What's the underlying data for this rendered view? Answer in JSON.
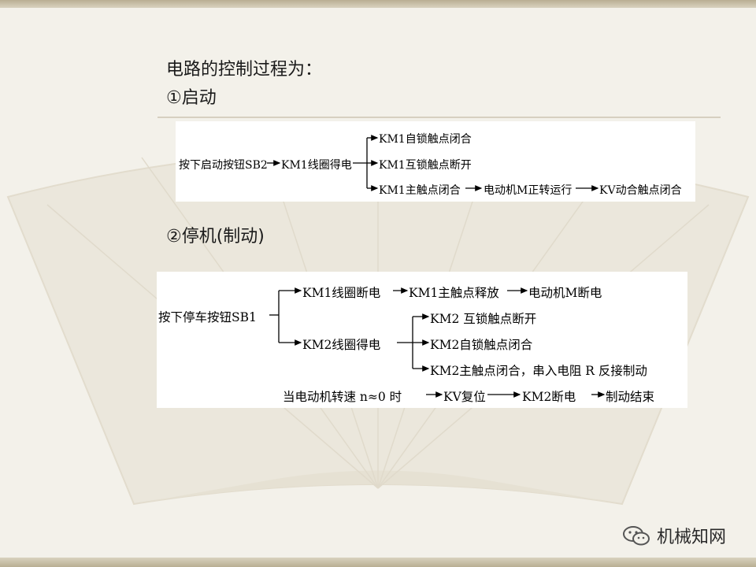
{
  "slide": {
    "title": "电路的控制过程为：",
    "section_start": "①启动",
    "section_stop": "②停机(制动)"
  },
  "start_diagram": {
    "root": "按下启动按钮SB2",
    "coil": "KM1线圈得电",
    "branch1": "KM1自锁触点闭合",
    "branch2": "KM1互锁触点断开",
    "branch3": "KM1主触点闭合",
    "step_motor": "电动机M正转运行",
    "step_kv": "KV动合触点闭合"
  },
  "stop_diagram": {
    "root": "按下停车按钮SB1",
    "a1": "KM1线圈断电",
    "a2": "KM1主触点释放",
    "a3": "电动机M断电",
    "b1": "KM2线圈得电",
    "c1": "KM2 互锁触点断开",
    "c2": "KM2自锁触点闭合",
    "c3": "KM2主触点闭合，串入电阻 R 反接制动",
    "d0": "当电动机转速 n≈0 时",
    "d1": "KV复位",
    "d2": "KM2断电",
    "d3": "制动结束"
  },
  "watermark": {
    "text": "机械知网",
    "icon": "wechat-icon"
  }
}
